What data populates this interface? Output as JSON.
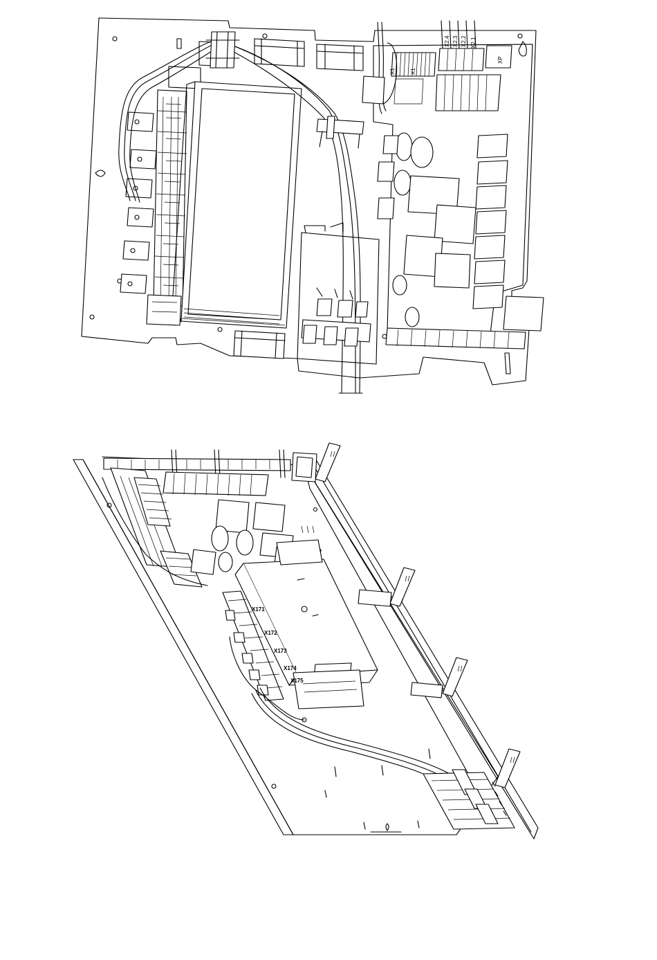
{
  "top_view": {
    "labels": {
      "x24": "X2.4",
      "x23": "X2.3",
      "x22": "X2.2",
      "x21": "X2.1",
      "xp": "XP",
      "x1a": "X1",
      "x1b": "X1"
    }
  },
  "bottom_view": {
    "labels": {
      "x171": "X171",
      "x172": "X172",
      "x173": "X173",
      "x174": "X174",
      "x175": "X175"
    }
  }
}
